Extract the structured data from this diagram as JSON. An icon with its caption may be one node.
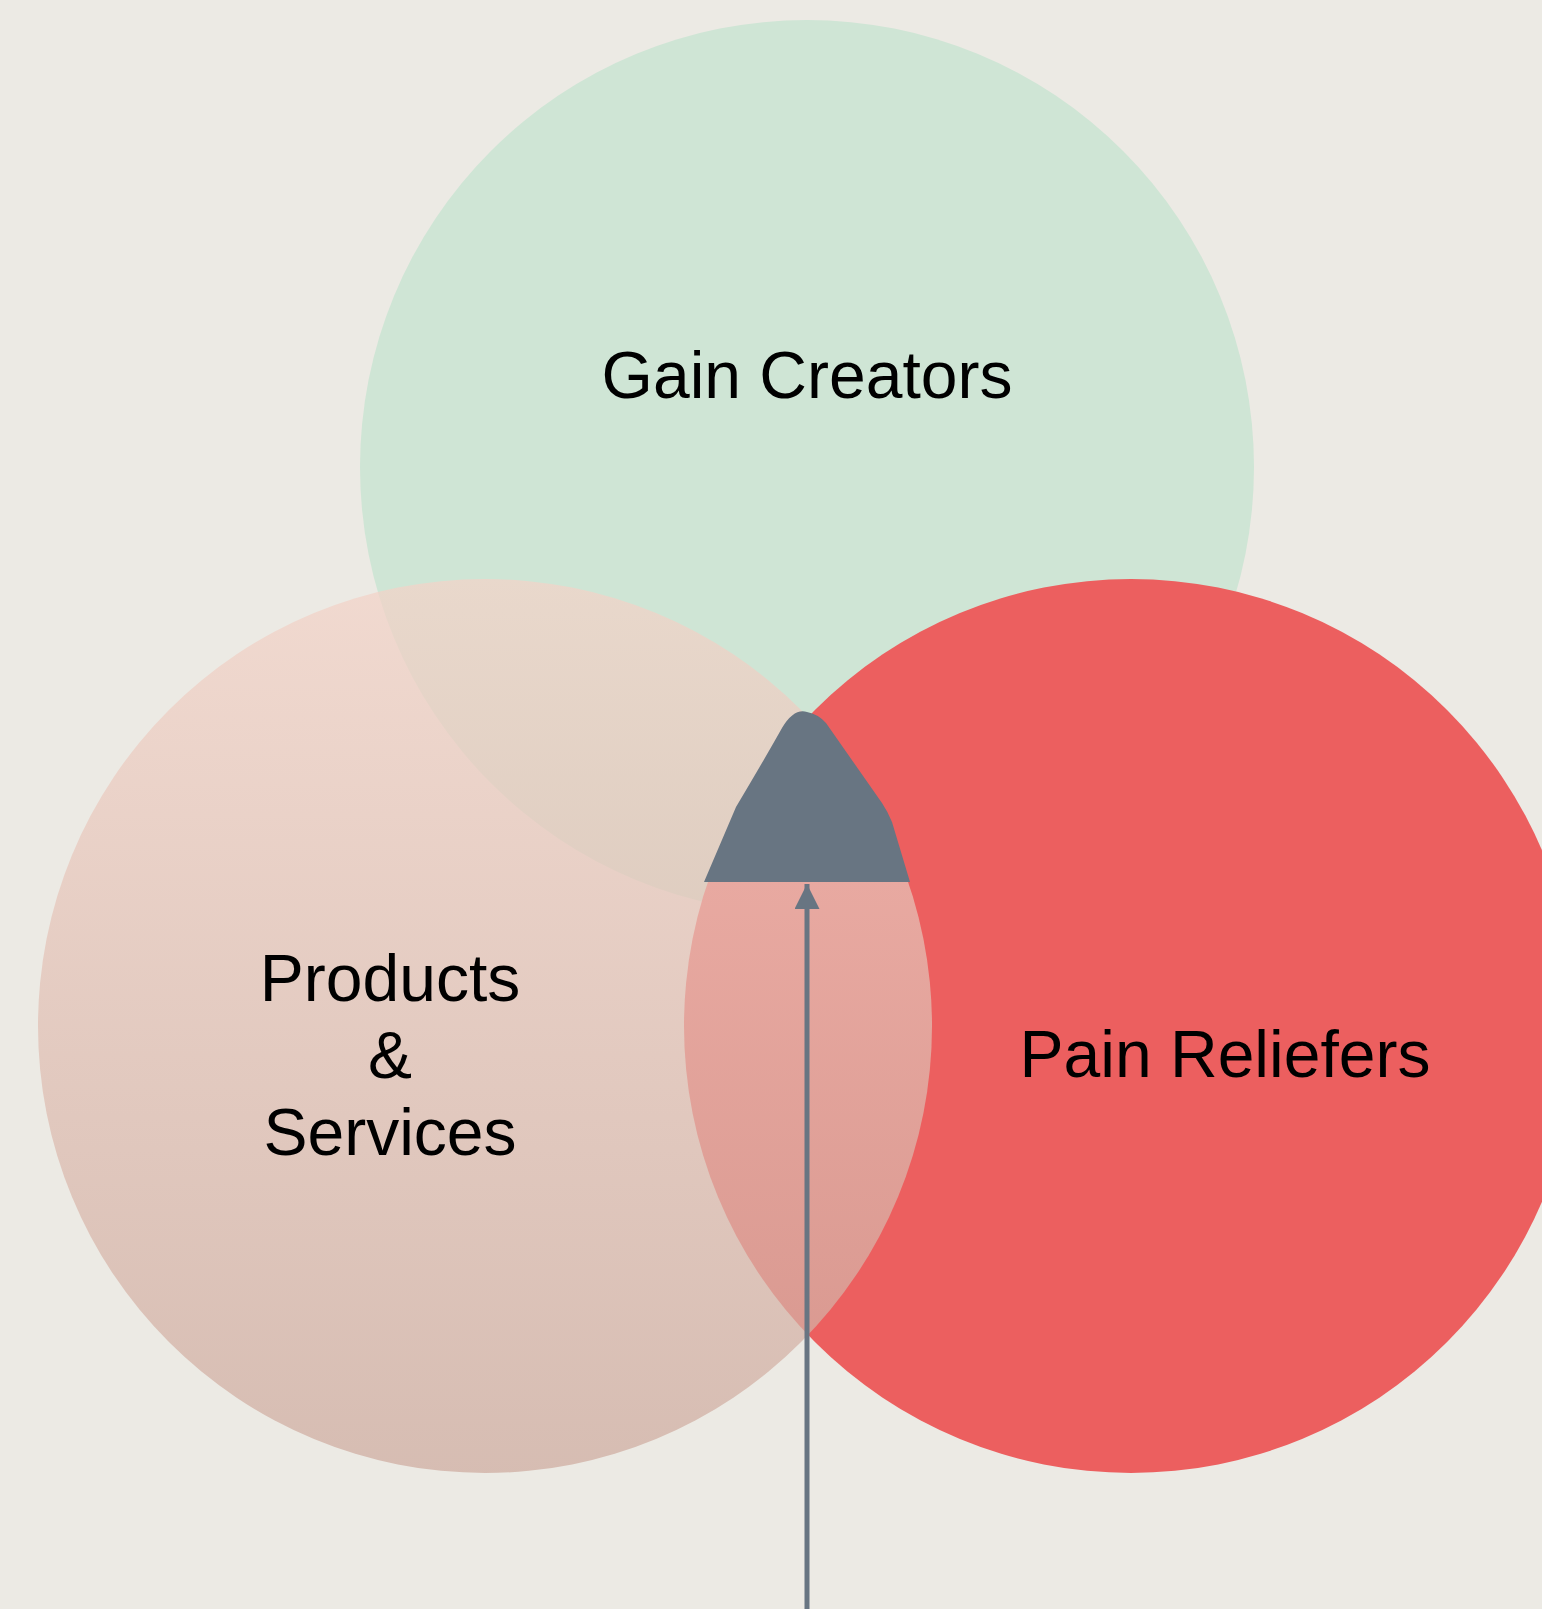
{
  "diagram": {
    "nodes": [
      {
        "text": [
          "Gain Creators"
        ]
      },
      {
        "text": [
          "Pain Reliefers"
        ]
      },
      {
        "text": [
          "Products & Services"
        ]
      },
      {
        "text": [],
        "shape": "triangle"
      }
    ],
    "edges": [
      {
        "from": null,
        "to": 3,
        "arrow": "to"
      }
    ]
  }
}
